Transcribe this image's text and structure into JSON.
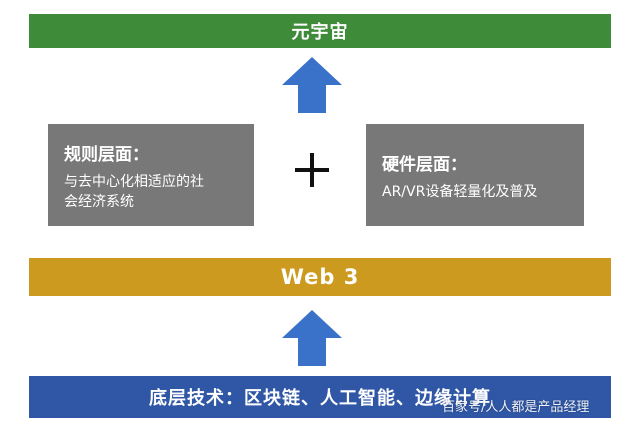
{
  "top_band": {
    "label": "元宇宙",
    "color": "#3e8b3a"
  },
  "left_card": {
    "title": "规则层面：",
    "body_line1": "与去中心化相适应的社",
    "body_line2": "会经济系统",
    "color": "#787878"
  },
  "operator": {
    "symbol": "plus-icon"
  },
  "right_card": {
    "title": "硬件层面：",
    "body_line1": "AR/VR设备轻量化及普及",
    "color": "#787878"
  },
  "middle_band": {
    "label": "Web 3",
    "color": "#cc9a1e"
  },
  "bottom_band": {
    "label": "底层技术：区块链、人工智能、边缘计算",
    "color": "#2f57a6"
  },
  "arrows": {
    "color": "#3a72c9",
    "icon": "up-arrow-icon"
  },
  "watermark": {
    "text": "百家号/人人都是产品经理"
  }
}
